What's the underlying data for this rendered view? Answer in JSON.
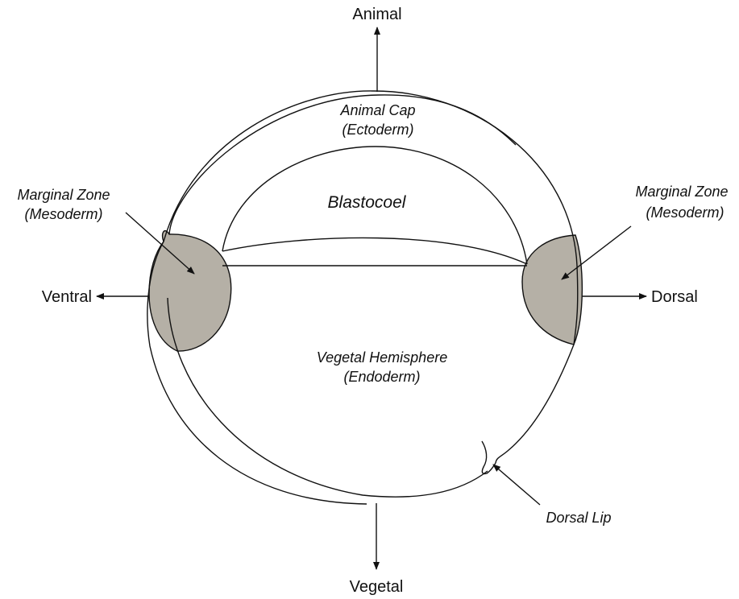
{
  "colors": {
    "marginal_zone_fill": "#b5b0a6",
    "line": "#111111",
    "background": "#ffffff"
  },
  "axes": {
    "animal": "Animal",
    "vegetal": "Vegetal",
    "ventral": "Ventral",
    "dorsal": "Dorsal"
  },
  "regions": {
    "animal_cap": {
      "line1": "Animal Cap",
      "line2": "(Ectoderm)"
    },
    "blastocoel": "Blastocoel",
    "vegetal_hemisphere": {
      "line1": "Vegetal Hemisphere",
      "line2": "(Endoderm)"
    },
    "marginal_zone_left": {
      "line1": "Marginal Zone",
      "line2": "(Mesoderm)"
    },
    "marginal_zone_right": {
      "line1": "Marginal Zone",
      "line2": "(Mesoderm)"
    },
    "dorsal_lip": "Dorsal Lip"
  }
}
